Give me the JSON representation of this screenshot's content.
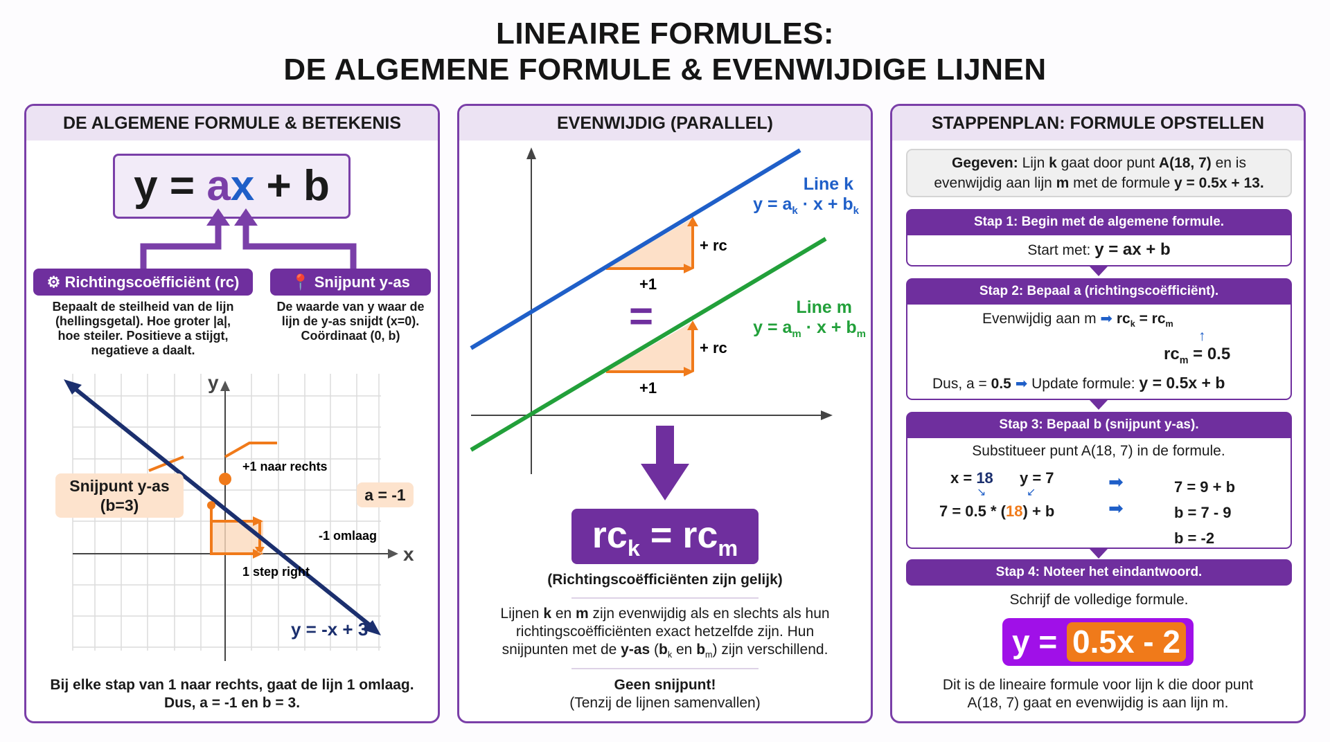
{
  "title": {
    "line1": "LINEAIRE FORMULES:",
    "line2": "DE ALGEMENE FORMULE & EVENWIJDIGE LIJNEN"
  },
  "colors": {
    "purple": "#6f2f9e",
    "orange": "#f07a1a",
    "blue": "#1f5fc8",
    "green": "#22a03a",
    "navy": "#1b2f6e"
  },
  "left": {
    "header": "DE ALGEMENE FORMULE & BETEKENIS",
    "formula": {
      "y": "y = ",
      "a": "a",
      "x": "x",
      "rest": " + b"
    },
    "rc_label": "Richtingscoëfficiënt (rc)",
    "rc_icon": "gears-icon",
    "rc_desc": [
      "Bepaalt de steilheid van de lijn",
      "(hellingsgetal). Hoe groter |a|,",
      "hoe steiler. Positieve a stijgt,",
      "negatieve a daalt."
    ],
    "snij_label": "Snijpunt y-as",
    "snij_icon": "map-pin-icon",
    "snij_desc": [
      "De waarde van y waar de",
      "lijn de y-as snijdt (x=0).",
      "Coördinaat (0, b)"
    ],
    "graph": {
      "y_axis": "y",
      "x_axis": "x",
      "callout_snij": [
        "Snijpunt y-as",
        "(b=3)"
      ],
      "naar_rechts": "+1 naar rechts",
      "a_label": "a = -1",
      "omlaag": "-1 omlaag",
      "step_right": "1 step right",
      "line_label": "y = -x + 3"
    },
    "footer": [
      "Bij elke stap van 1 naar rechts, gaat de lijn 1 omlaag.",
      "Dus, a = -1 en b = 3."
    ]
  },
  "middle": {
    "header": "EVENWIJDIG (PARALLEL)",
    "line_k": {
      "name": "Line k",
      "eq": "y = a",
      "s1": "k",
      "mid": " · x + b",
      "s2": "k"
    },
    "line_m": {
      "name": "Line m",
      "eq": "y = a",
      "s1": "m",
      "mid": " · x + b",
      "s2": "m"
    },
    "plus_rc": "+ rc",
    "plus_one": "+1",
    "equals": "=",
    "rc_box": {
      "rc": "rc",
      "k": "k",
      "eq": " = rc",
      "m": "m"
    },
    "rc_caption": "(Richtingscoëfficiënten zijn gelijk)",
    "desc": {
      "l1a": "Lijnen ",
      "k": "k",
      "l1b": " en ",
      "m": "m",
      "l1c": " zijn evenwijdig als en slechts als hun",
      "l2": "richtingscoëfficiënten exact hetzelfde zijn. Hun",
      "l3a": "snijpunten met de ",
      "yas": "y-as",
      "l3b": " (",
      "bk": "b",
      "sk": "k",
      "en": " en ",
      "bm": "b",
      "sm": "m",
      "l3c": ") zijn verschillend."
    },
    "geen": "Geen snijpunt!",
    "tenzij": "(Tenzij de lijnen samenvallen)"
  },
  "right": {
    "header": "STAPPENPLAN: FORMULE OPSTELLEN",
    "given": {
      "bold": "Gegeven:",
      "t1": " Lijn ",
      "k": "k",
      "t2": " gaat door punt ",
      "A": "A(18, 7)",
      "t3": " en is",
      "t4": "evenwijdig aan lijn ",
      "m": "m",
      "t5": " met de formule ",
      "f": "y = 0.5x + 13."
    },
    "step1": {
      "head": "Stap 1: Begin met de algemene formule.",
      "t": "Start met: ",
      "f": "y = ax + b"
    },
    "step2": {
      "head": "Stap 2: Bepaal a (richtingscoëfficiënt).",
      "t": "Evenwijdig aan m ",
      "rck": "rc",
      "k": "k",
      "eq": " = rc",
      "m": "m",
      "rcm": "rc",
      "m2": "m",
      "val": " = 0.5",
      "dus": "Dus, a = ",
      "a": "0.5",
      "upd": " Update formule: ",
      "f": "y = 0.5x + b"
    },
    "step3": {
      "head": "Stap 3: Bepaal b (snijpunt y-as).",
      "t": "Substitueer punt A(18, 7) in de formule.",
      "x": "x = ",
      "x18": "18",
      "y": "y = 7",
      "e1": "7 = 0.5 * (",
      "e18": "18",
      "e2": ") + b",
      "r1": "7 = 9 + b",
      "r2": "b = 7 - 9",
      "r3": "b = -2"
    },
    "step4": {
      "head": "Stap 4: Noteer het eindantwoord.",
      "t": "Schrijf de volledige formule.",
      "y": "y =",
      "ans": "0.5x - 2"
    },
    "final": [
      "Dit is de lineaire formule voor lijn k die door punt",
      "A(18, 7) gaat en evenwijdig is aan lijn m."
    ]
  }
}
